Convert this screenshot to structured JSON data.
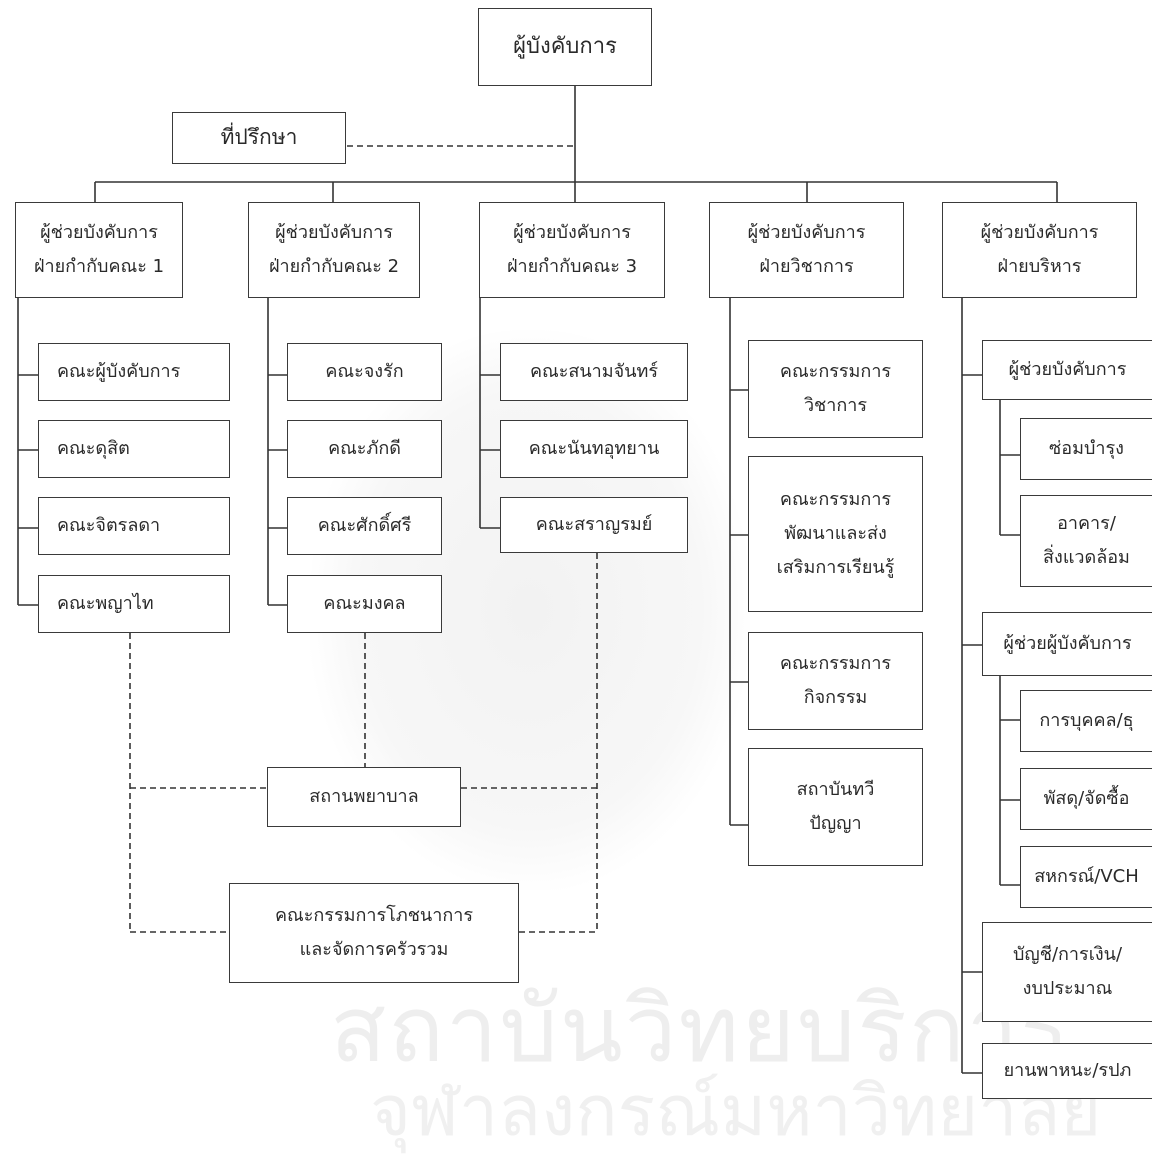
{
  "root": {
    "label": "ผู้บังคับการ"
  },
  "advisor": {
    "label": "ที่ปรึกษา"
  },
  "assistants": [
    {
      "line1": "ผู้ช่วยบังคับการ",
      "line2": "ฝ่ายกำกับคณะ 1"
    },
    {
      "line1": "ผู้ช่วยบังคับการ",
      "line2": "ฝ่ายกำกับคณะ 2"
    },
    {
      "line1": "ผู้ช่วยบังคับการ",
      "line2": "ฝ่ายกำกับคณะ 3"
    },
    {
      "line1": "ผู้ช่วยบังคับการ",
      "line2": "ฝ่ายวิชาการ"
    },
    {
      "line1": "ผู้ช่วยบังคับการ",
      "line2": "ฝ่ายบริหาร"
    }
  ],
  "col1": [
    "คณะผู้บังคับการ",
    "คณะดุสิต",
    "คณะจิตรลดา",
    "คณะพญาไท"
  ],
  "col2": [
    "คณะจงรัก",
    "คณะภักดี",
    "คณะศักดิ์ศรี",
    "คณะมงคล"
  ],
  "col3": [
    "คณะสนามจันทร์",
    "คณะนันทอุทยาน",
    "คณะสราญรมย์"
  ],
  "academic": [
    {
      "line1": "คณะกรรมการ",
      "line2": "วิชาการ"
    },
    {
      "line1": "คณะกรรมการ",
      "line2": "พัฒนาและส่ง",
      "line3": "เสริมการเรียนรู้"
    },
    {
      "line1": "คณะกรรมการ",
      "line2": "กิจกรรม"
    },
    {
      "line1": "สถาบันทวี",
      "line2": "ปัญญา"
    }
  ],
  "admin": {
    "assistant1": "ผู้ช่วยบังคับการ",
    "sub1": [
      {
        "line1": "ซ่อมบำรุง"
      },
      {
        "line1": "อาคาร/",
        "line2": "สิ่งแวดล้อม"
      }
    ],
    "assistant2": "ผู้ช่วยผู้บังคับการ",
    "sub2": [
      "การบุคคล/ธุ",
      "พัสดุ/จัดซื้อ",
      "สหกรณ์/VCH"
    ],
    "finance": {
      "line1": "บัญชี/การเงิน/",
      "line2": "งบประมาณ"
    },
    "vehicles": "ยานพาหนะ/รปภ"
  },
  "nursing": {
    "label": "สถานพยาบาล"
  },
  "nutrition": {
    "line1": "คณะกรรมการโภชนาการ",
    "line2": "และจัดการครัวรวม"
  },
  "watermark": {
    "line1": "สถาบันวิทยบริการ",
    "line2": "จุฬาลงกรณ์มหาวิทยาลัย"
  }
}
